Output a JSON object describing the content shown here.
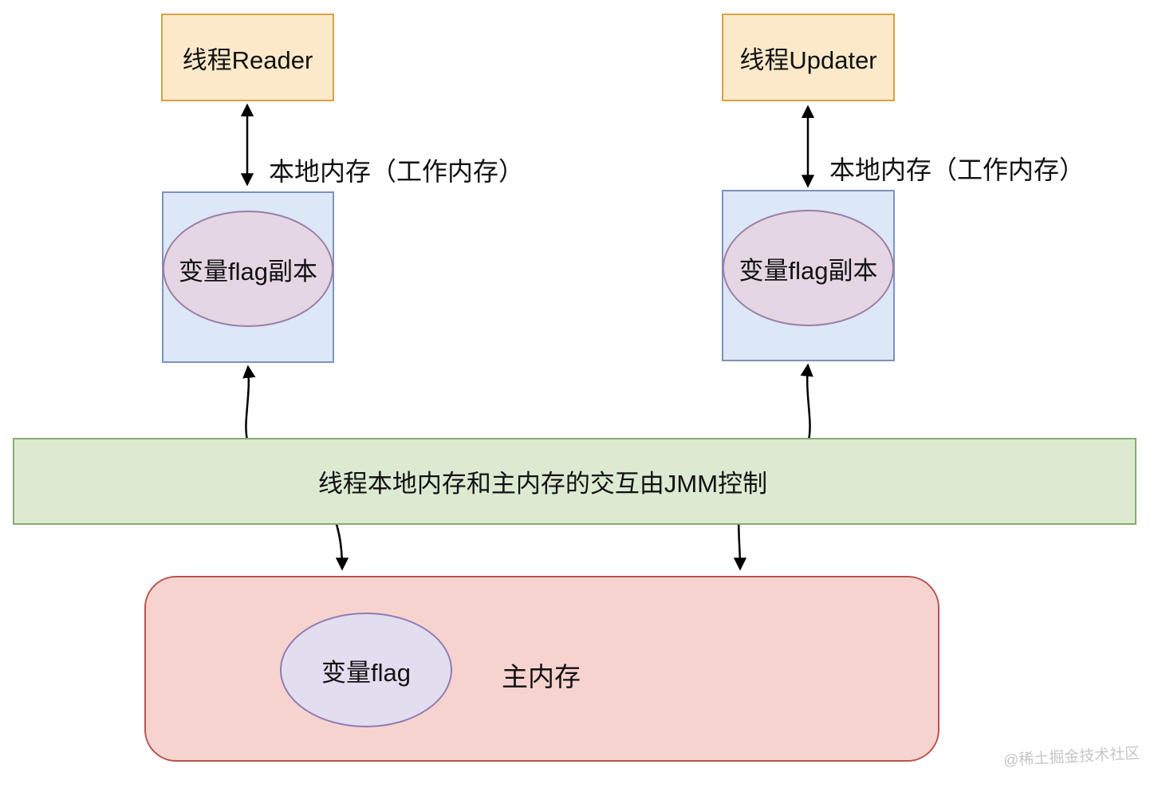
{
  "diagram": {
    "thread_reader": "线程Reader",
    "thread_updater": "线程Updater",
    "local_memory_label_left": "本地内存（工作内存）",
    "local_memory_label_right": "本地内存（工作内存）",
    "flag_copy_left": "变量flag副本",
    "flag_copy_right": "变量flag副本",
    "jmm_band_label": "线程本地内存和主内存的交互由JMM控制",
    "main_memory_label": "主内存",
    "flag_main": "变量flag",
    "watermark": "@稀土掘金技术社区",
    "colors": {
      "thread_box_fill": "#fce9ca",
      "thread_box_stroke": "#d9a240",
      "local_memory_fill": "#dce7f8",
      "local_memory_stroke": "#7e92bb",
      "flag_copy_fill": "#e5d6e3",
      "flag_copy_stroke": "#9b7fa7",
      "jmm_band_fill": "#dcead2",
      "jmm_band_stroke": "#87ac6e",
      "main_memory_fill": "#f7d3cf",
      "main_memory_stroke": "#b8544e",
      "flag_main_fill": "#e3ddf0",
      "flag_main_stroke": "#8f7cb5",
      "arrow_color": "#000000"
    }
  }
}
